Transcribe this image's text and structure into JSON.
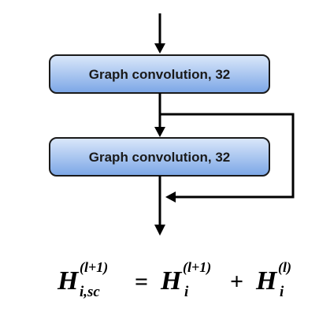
{
  "diagram": {
    "boxes": [
      {
        "label": "Graph convolution, 32"
      },
      {
        "label": "Graph convolution, 32"
      }
    ],
    "colors": {
      "box_fill_top": "#d4e3f8",
      "box_fill_bottom": "#7aa5e6",
      "box_stroke": "#1a1a1a",
      "arrow": "#000000"
    }
  },
  "formula": {
    "lhs_symbol": "H",
    "lhs_sup": "(l+1)",
    "lhs_sub": "i,sc",
    "equals": "=",
    "term1_symbol": "H",
    "term1_sup": "(l+1)",
    "term1_sub": "i",
    "plus": "+",
    "term2_symbol": "H",
    "term2_sup": "(l)",
    "term2_sub": "i"
  }
}
